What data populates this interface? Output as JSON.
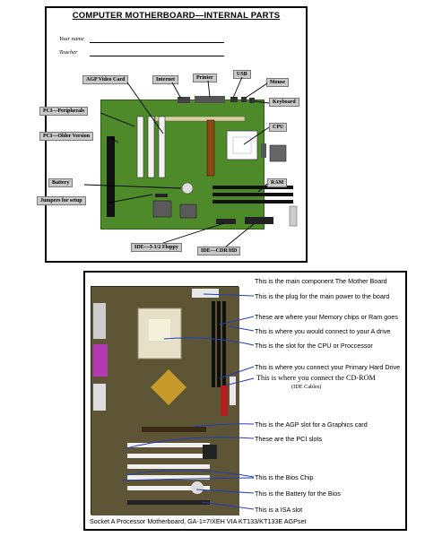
{
  "worksheet": {
    "title": "COMPUTER MOTHERBOARD—INTERNAL PARTS",
    "name_label": "Your name",
    "teacher_label": "Teacher",
    "labels": {
      "agp": "AGP Video Card",
      "internet": "Internet",
      "printer": "Printer",
      "usb": "USB",
      "mouse": "Mouse",
      "keyboard": "Keyboard",
      "pci_peripherals": "PCI—Peripherals",
      "pci_older": "PCI—Older Version",
      "cpu": "CPU",
      "battery": "Battery",
      "jumpers": "Jumpers for setup",
      "ram": "RAM",
      "ide_floppy": "IDE—3-1/2 Floppy",
      "ide_cdr": "IDE—CDR/HD"
    }
  },
  "reference": {
    "descriptions": [
      "This is the main component The Mother Board",
      "This is the plug for the main power to the board",
      "These are where your Memory chips or Ram goes",
      "This is where you would connect to your A drive",
      "This is the slot for the CPU or Proccessor",
      "This is where you connect your Primary Hard Drive",
      "This is where you connect the CD-ROM",
      "(IDE Cables)",
      "This is the AGP slot for a Graphics card",
      "These are the PCI slots",
      "This is the Bios Chip",
      "This is the Battery for the Bios",
      "This is a ISA slot"
    ],
    "caption": "Socket A Processor Motherboard, GA-1=7IXEH VIA KT133/KT133E AGPset"
  }
}
